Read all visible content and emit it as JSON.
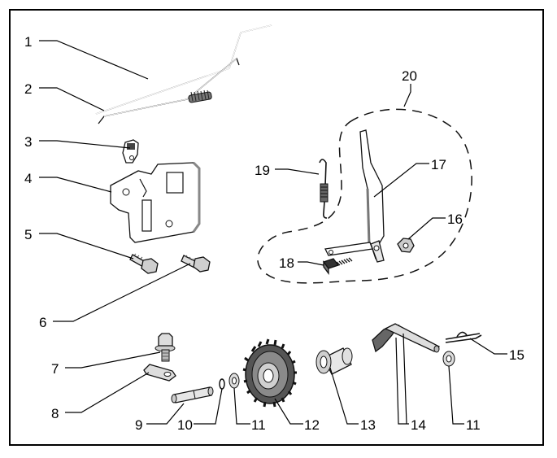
{
  "diagram": {
    "colors": {
      "frame": "#000000",
      "line": "#111111",
      "part_fill": "#ffffff",
      "shade_light": "#d9d9d9",
      "shade_dark": "#555555",
      "hardware": "#bdbdbd"
    },
    "callouts": [
      {
        "id": "1",
        "label": "1"
      },
      {
        "id": "2",
        "label": "2"
      },
      {
        "id": "3",
        "label": "3"
      },
      {
        "id": "4",
        "label": "4"
      },
      {
        "id": "5",
        "label": "5"
      },
      {
        "id": "6",
        "label": "6"
      },
      {
        "id": "7",
        "label": "7"
      },
      {
        "id": "8",
        "label": "8"
      },
      {
        "id": "9",
        "label": "9"
      },
      {
        "id": "10",
        "label": "10"
      },
      {
        "id": "11a",
        "label": "11"
      },
      {
        "id": "11b",
        "label": "11"
      },
      {
        "id": "12",
        "label": "12"
      },
      {
        "id": "13",
        "label": "13"
      },
      {
        "id": "14",
        "label": "14"
      },
      {
        "id": "15",
        "label": "15"
      },
      {
        "id": "16",
        "label": "16"
      },
      {
        "id": "17",
        "label": "17"
      },
      {
        "id": "18",
        "label": "18"
      },
      {
        "id": "19",
        "label": "19"
      },
      {
        "id": "20",
        "label": "20"
      }
    ]
  }
}
